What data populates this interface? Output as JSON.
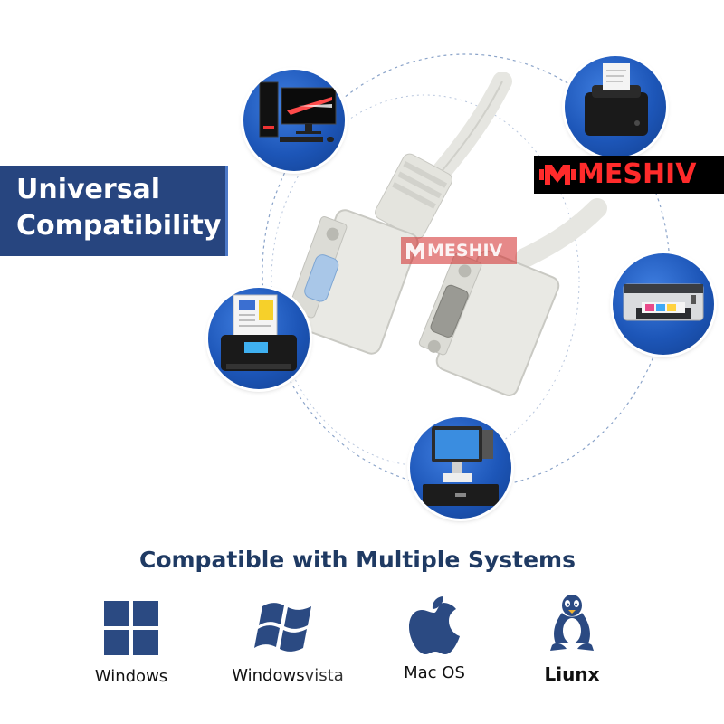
{
  "banner": {
    "title_line1": "Universal",
    "title_line2": "Compatibility"
  },
  "brand": {
    "name": "MESHIV",
    "watermark": "MESHIV",
    "color": "#ff2b2b"
  },
  "devices": [
    {
      "name": "desktop-computer-icon"
    },
    {
      "name": "receipt-printer-icon"
    },
    {
      "name": "inkjet-printer-icon"
    },
    {
      "name": "pos-terminal-icon"
    },
    {
      "name": "document-scanner-icon"
    }
  ],
  "section": {
    "title": "Compatible with Multiple Systems"
  },
  "systems": [
    {
      "label": "Windows",
      "icon": "windows-logo-icon"
    },
    {
      "label": "Windows",
      "suffix": "vista",
      "icon": "windows-vista-logo-icon"
    },
    {
      "label": "Mac OS",
      "icon": "apple-logo-icon"
    },
    {
      "label": "Liunx",
      "icon": "linux-penguin-icon"
    }
  ],
  "colors": {
    "banner": "#27457f",
    "accent_blue": "#1d56b8",
    "title": "#1f3a63",
    "os_icon": "#2b4a82"
  }
}
